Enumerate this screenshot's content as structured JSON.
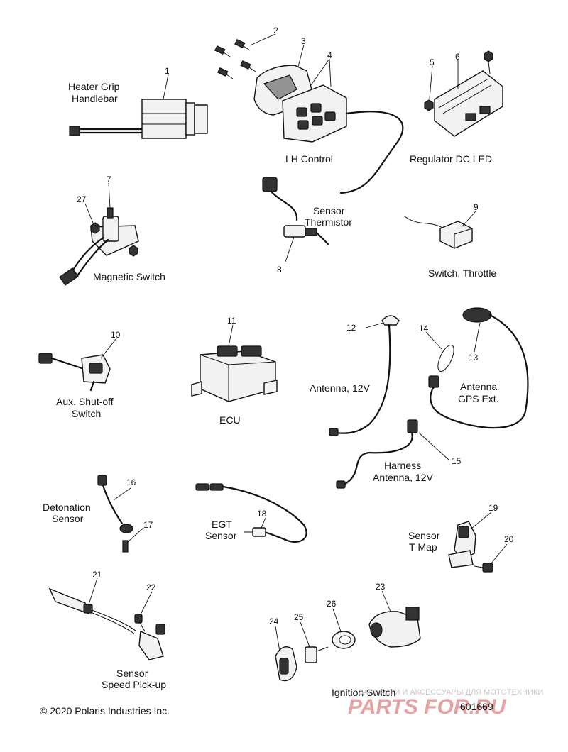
{
  "diagram": {
    "components": [
      {
        "key": "heater_grip",
        "callout": "1",
        "label": [
          "Heater Grip",
          "Handlebar"
        ]
      },
      {
        "key": "lh_control",
        "callouts": [
          "2",
          "3",
          "4"
        ],
        "label": [
          "LH Control"
        ]
      },
      {
        "key": "regulator",
        "callouts": [
          "5",
          "6"
        ],
        "label": [
          "Regulator DC LED"
        ]
      },
      {
        "key": "magnetic_switch",
        "callouts": [
          "27",
          "7"
        ],
        "label": [
          "Magnetic Switch"
        ]
      },
      {
        "key": "sensor_thermistor",
        "callout": "8",
        "label": [
          "Sensor",
          "Thermistor"
        ]
      },
      {
        "key": "switch_throttle",
        "callout": "9",
        "label": [
          "Switch, Throttle"
        ]
      },
      {
        "key": "aux_shutoff",
        "callout": "10",
        "label": [
          "Aux. Shut-off",
          "Switch"
        ]
      },
      {
        "key": "ecu",
        "callout": "11",
        "label": [
          "ECU"
        ]
      },
      {
        "key": "antenna_12v",
        "callout": "12",
        "label": [
          "Antenna, 12V"
        ]
      },
      {
        "key": "antenna_gps",
        "callouts": [
          "14",
          "13"
        ],
        "label": [
          "Antenna",
          "GPS Ext."
        ]
      },
      {
        "key": "harness_antenna",
        "callout": "15",
        "label": [
          "Harness",
          "Antenna, 12V"
        ]
      },
      {
        "key": "detonation_sensor",
        "callouts": [
          "16",
          "17"
        ],
        "label": [
          "Detonation",
          "Sensor"
        ]
      },
      {
        "key": "egt_sensor",
        "callout": "18",
        "label": [
          "EGT",
          "Sensor"
        ]
      },
      {
        "key": "sensor_tmap",
        "callouts": [
          "19",
          "20"
        ],
        "label": [
          "Sensor",
          "T-Map"
        ]
      },
      {
        "key": "speed_pickup",
        "callouts": [
          "21",
          "22"
        ],
        "label": [
          "Sensor",
          "Speed Pick-up"
        ]
      },
      {
        "key": "ignition_switch",
        "callouts": [
          "23",
          "24",
          "25",
          "26"
        ],
        "label": [
          "Ignition Switch"
        ]
      }
    ],
    "copyright": "© 2020 Polaris Industries Inc.",
    "figure_number": "601669"
  },
  "watermark": {
    "tagline": "ЗАПЧАСТИ И АКСЕССУАРЫ ДЛЯ МОТОТЕХНИКИ",
    "brand": "PARTS FOR.RU",
    "brand_color": "#d94a4a"
  },
  "icons": [
    "heater-grip-icon",
    "lh-control-icon",
    "regulator-icon",
    "magnetic-switch-icon",
    "thermistor-icon",
    "throttle-switch-icon",
    "aux-switch-icon",
    "ecu-icon",
    "antenna-icon",
    "gps-antenna-icon",
    "harness-icon",
    "detonation-sensor-icon",
    "egt-sensor-icon",
    "tmap-sensor-icon",
    "speed-sensor-icon",
    "ignition-switch-icon"
  ]
}
